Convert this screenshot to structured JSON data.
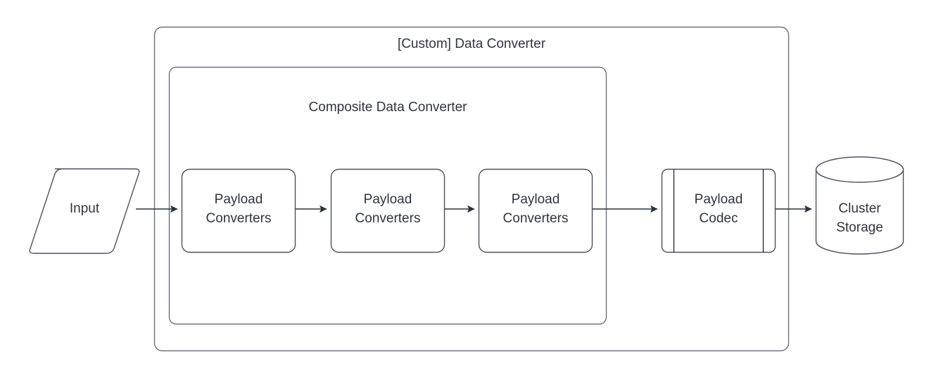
{
  "diagram": {
    "title": "[Custom] Data Converter",
    "outer_container": {
      "label": "[Custom] Data Converter"
    },
    "inner_container": {
      "label": "Composite Data Converter"
    },
    "nodes": {
      "input": {
        "label": "Input",
        "shape": "parallelogram"
      },
      "converter_1": {
        "line1": "Payload",
        "line2": "Converters",
        "shape": "rounded-rectangle"
      },
      "converter_2": {
        "line1": "Payload",
        "line2": "Converters",
        "shape": "rounded-rectangle"
      },
      "converter_3": {
        "line1": "Payload",
        "line2": "Converters",
        "shape": "rounded-rectangle"
      },
      "payload_codec": {
        "line1": "Payload",
        "line2": "Codec",
        "shape": "process-subroutine"
      },
      "cluster_storage": {
        "line1": "Cluster",
        "line2": "Storage",
        "shape": "cylinder"
      }
    },
    "edges": [
      {
        "from": "input",
        "to": "converter_1"
      },
      {
        "from": "converter_1",
        "to": "converter_2"
      },
      {
        "from": "converter_2",
        "to": "converter_3"
      },
      {
        "from": "converter_3",
        "to": "payload_codec"
      },
      {
        "from": "payload_codec",
        "to": "cluster_storage"
      }
    ],
    "colors": {
      "background": "#ffffff",
      "stroke": "#4a5260",
      "stroke_light": "#6b7280",
      "connector": "#2b313b",
      "text": "#2f3540",
      "fill": "#ffffff"
    }
  }
}
